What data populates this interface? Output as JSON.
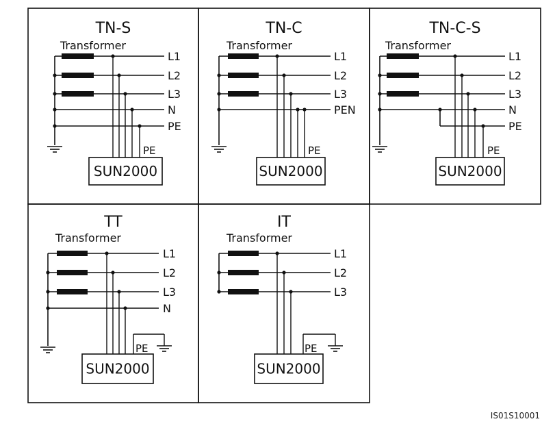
{
  "panels": [
    {
      "title": "TN-S",
      "transformer_label": "Transformer",
      "line_labels": [
        "L1",
        "L2",
        "L3",
        "N",
        "PE"
      ],
      "pe_label": "PE",
      "device_label": "SUN2000"
    },
    {
      "title": "TN-C",
      "transformer_label": "Transformer",
      "line_labels": [
        "L1",
        "L2",
        "L3",
        "PEN"
      ],
      "pe_label": "PE",
      "device_label": "SUN2000"
    },
    {
      "title": "TN-C-S",
      "transformer_label": "Transformer",
      "line_labels": [
        "L1",
        "L2",
        "L3",
        "N",
        "PE"
      ],
      "pe_label": "PE",
      "device_label": "SUN2000"
    },
    {
      "title": "TT",
      "transformer_label": "Transformer",
      "line_labels": [
        "L1",
        "L2",
        "L3",
        "N"
      ],
      "pe_label": "PE",
      "device_label": "SUN2000"
    },
    {
      "title": "IT",
      "transformer_label": "Transformer",
      "line_labels": [
        "L1",
        "L2",
        "L3"
      ],
      "pe_label": "PE",
      "device_label": "SUN2000"
    }
  ],
  "caption": "IS01S10001"
}
